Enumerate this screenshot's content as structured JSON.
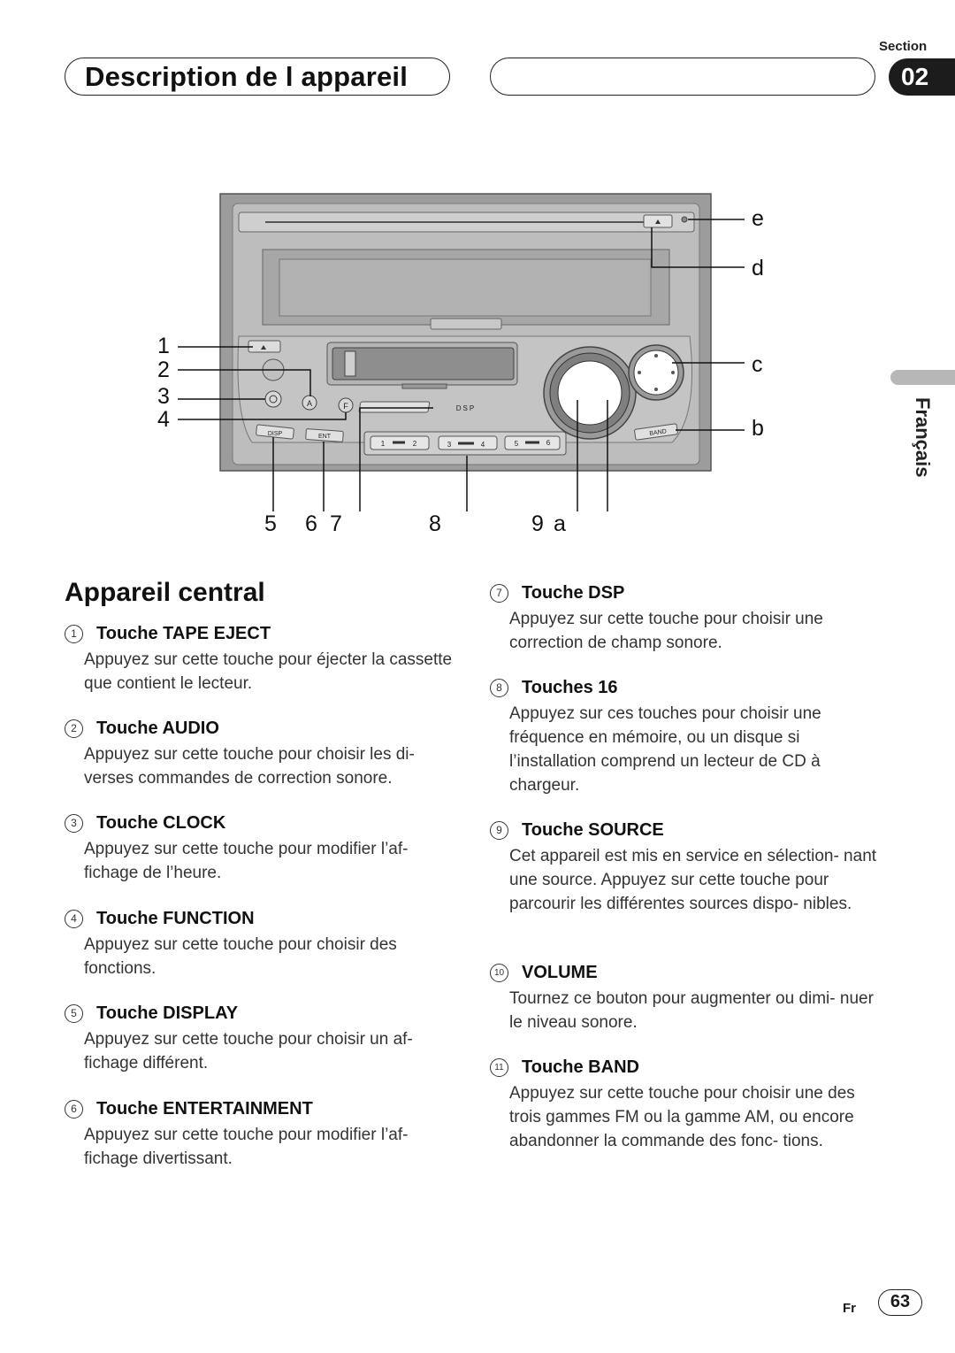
{
  "header": {
    "title": "Description de l appareil",
    "section_label": "Section",
    "section_number": "02",
    "language": "Français"
  },
  "figure": {
    "left_labels": [
      "1",
      "2",
      "3",
      "4"
    ],
    "right_labels": [
      "e",
      "d",
      "c",
      "b"
    ],
    "bottom_labels": [
      "5",
      "6",
      "7",
      "8",
      "9",
      "a"
    ],
    "device_text": {
      "disp": "DISP",
      "ent": "ENT",
      "dsp": "DSP",
      "band": "BAND",
      "a_button": "A",
      "f_button": "F",
      "preset_1": "1",
      "preset_2": "2",
      "preset_3": "3",
      "preset_4": "4",
      "preset_5": "5",
      "preset_6": "6"
    }
  },
  "section": {
    "heading": "Appareil central",
    "items": [
      {
        "num": "1",
        "heading": "Touche TAPE EJECT",
        "body": "Appuyez sur cette touche pour éjecter la cassette que contient le lecteur."
      },
      {
        "num": "2",
        "heading": "Touche AUDIO",
        "body": "Appuyez sur cette touche pour choisir les di- verses commandes de correction sonore."
      },
      {
        "num": "3",
        "heading": "Touche CLOCK",
        "body": "Appuyez sur cette touche pour modifier l’af- fichage de l’heure."
      },
      {
        "num": "4",
        "heading": "Touche FUNCTION",
        "body": "Appuyez sur cette touche pour choisir des fonctions."
      },
      {
        "num": "5",
        "heading": "Touche DISPLAY",
        "body": "Appuyez sur cette touche pour choisir un af- fichage différent."
      },
      {
        "num": "6",
        "heading": "Touche ENTERTAINMENT",
        "body": "Appuyez sur cette touche pour modifier l’af- fichage divertissant."
      },
      {
        "num": "7",
        "heading": "Touche DSP",
        "body": "Appuyez sur cette touche pour choisir une correction de champ sonore."
      },
      {
        "num": "8",
        "heading": "Touches 16",
        "body": "Appuyez sur ces touches pour choisir une fréquence en mémoire, ou un disque si l’installation comprend un lecteur de CD à chargeur."
      },
      {
        "num": "9",
        "heading": "Touche SOURCE",
        "body": "Cet appareil est mis en service en sélection- nant une source. Appuyez sur cette touche pour parcourir les différentes sources dispo- nibles."
      },
      {
        "num": "10",
        "heading": "VOLUME",
        "body": "Tournez ce bouton pour augmenter ou dimi- nuer le niveau sonore."
      },
      {
        "num": "11",
        "heading": "Touche BAND",
        "body": "Appuyez sur cette touche pour choisir une des trois gammes FM ou la gamme AM, ou encore abandonner la commande des fonc- tions."
      }
    ]
  },
  "footer": {
    "lang_code": "Fr",
    "page_number": "63"
  }
}
